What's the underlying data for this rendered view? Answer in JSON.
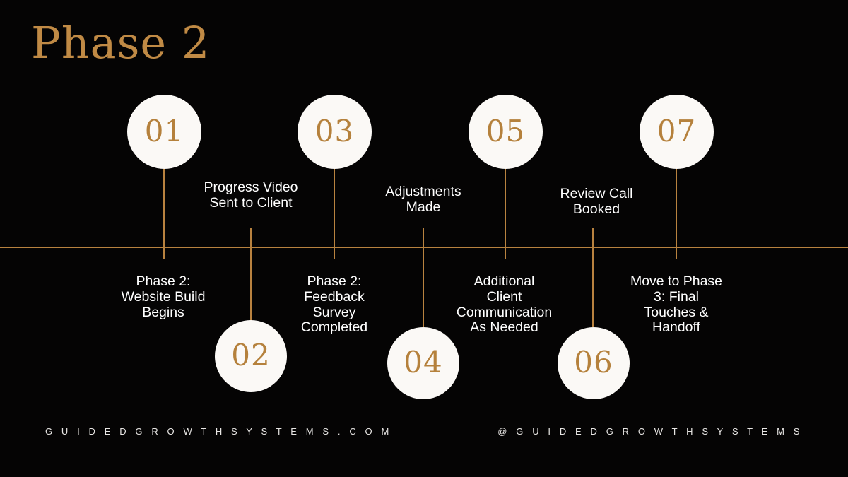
{
  "slide": {
    "title": "Phase 2",
    "background_color": "#050404",
    "accent_color": "#B8823F",
    "title_color": "#C08A45",
    "circle_fill": "#FBF9F6",
    "number_color": "#B5813C",
    "text_color": "#FFFFFF"
  },
  "timeline": {
    "axis_label": "",
    "nodes": [
      {
        "number": "01",
        "label": "Phase 2:\nWebsite Build\nBegins",
        "position": "below",
        "circle_position": "above"
      },
      {
        "number": "02",
        "label": "Progress Video\nSent to Client",
        "position": "above",
        "circle_position": "below"
      },
      {
        "number": "03",
        "label": "Phase 2:\nFeedback\nSurvey\nCompleted",
        "position": "below",
        "circle_position": "above"
      },
      {
        "number": "04",
        "label": "Adjustments\nMade",
        "position": "above",
        "circle_position": "below"
      },
      {
        "number": "05",
        "label": "Additional\nClient\nCommunication\nAs Needed",
        "position": "below",
        "circle_position": "above"
      },
      {
        "number": "06",
        "label": "Review Call\nBooked",
        "position": "above",
        "circle_position": "below"
      },
      {
        "number": "07",
        "label": "Move to Phase\n3: Final\nTouches &\nHandoff",
        "position": "below",
        "circle_position": "above"
      }
    ]
  },
  "footer": {
    "website": "G U I D E D G R O W T H S Y S T E M S . C O M",
    "handle": "@ G U I D E D G R O W T H S Y S T E M S"
  }
}
